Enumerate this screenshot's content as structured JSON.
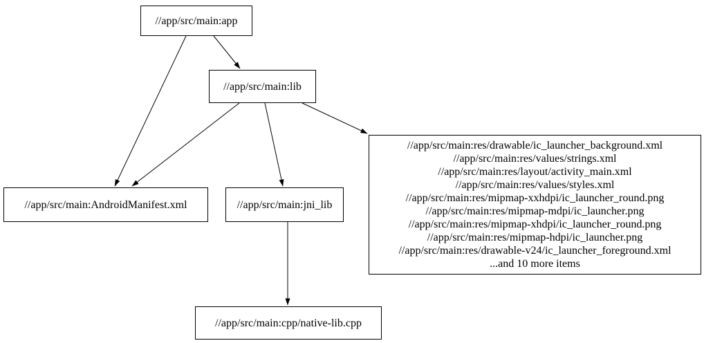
{
  "diagram": {
    "type": "dependency-graph",
    "colors": {
      "background": "#ffffff",
      "node_fill": "#ffffff",
      "node_border": "#000000",
      "edge": "#000000",
      "text": "#000000"
    },
    "nodes": {
      "app": {
        "label": "//app/src/main:app"
      },
      "lib": {
        "label": "//app/src/main:lib"
      },
      "android_manifest": {
        "label": "//app/src/main:AndroidManifest.xml"
      },
      "jni_lib": {
        "label": "//app/src/main:jni_lib"
      },
      "res_group": {
        "lines": [
          "//app/src/main:res/drawable/ic_launcher_background.xml",
          "//app/src/main:res/values/strings.xml",
          "//app/src/main:res/layout/activity_main.xml",
          "//app/src/main:res/values/styles.xml",
          "//app/src/main:res/mipmap-xxhdpi/ic_launcher_round.png",
          "//app/src/main:res/mipmap-mdpi/ic_launcher.png",
          "//app/src/main:res/mipmap-xhdpi/ic_launcher_round.png",
          "//app/src/main:res/mipmap-hdpi/ic_launcher.png",
          "//app/src/main:res/drawable-v24/ic_launcher_foreground.xml",
          "...and 10 more items"
        ]
      },
      "native_lib_cpp": {
        "label": "//app/src/main:cpp/native-lib.cpp"
      }
    },
    "edges": [
      {
        "from": "//app/src/main:app",
        "to": "//app/src/main:lib"
      },
      {
        "from": "//app/src/main:app",
        "to": "//app/src/main:AndroidManifest.xml"
      },
      {
        "from": "//app/src/main:lib",
        "to": "//app/src/main:AndroidManifest.xml"
      },
      {
        "from": "//app/src/main:lib",
        "to": "//app/src/main:jni_lib"
      },
      {
        "from": "//app/src/main:lib",
        "to": "res-file-group"
      },
      {
        "from": "//app/src/main:jni_lib",
        "to": "//app/src/main:cpp/native-lib.cpp"
      }
    ]
  }
}
